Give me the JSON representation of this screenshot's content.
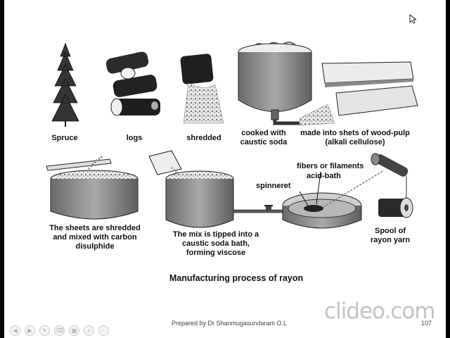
{
  "labels": {
    "spruce": "Spruce",
    "logs": "logs",
    "shredded": "shredded",
    "cooked": "cooked with\ncaustic soda",
    "sheets": "made into shets of wood-pulp\n(alkali cellulose)",
    "mixed": "The sheets are shredded\nand mixed with carbon\ndisulphide",
    "tipped": "The mix is tipped into a\ncaustic soda bath,\nforming viscose",
    "spinneret": "spinneret",
    "acid_bath": "acid-bath",
    "fibers": "fibers or filaments",
    "spool": "Spool of\nrayon yarn"
  },
  "caption": "Manufacturing process of rayon",
  "footer": "Prepared by Dr Shanmugasundaram O.L",
  "page_number": "107",
  "watermark": "clideo.com",
  "toolbar_icons": [
    "back-icon",
    "forward-icon",
    "pen-icon",
    "eraser-icon",
    "grid-icon",
    "search-icon",
    "more-icon"
  ]
}
